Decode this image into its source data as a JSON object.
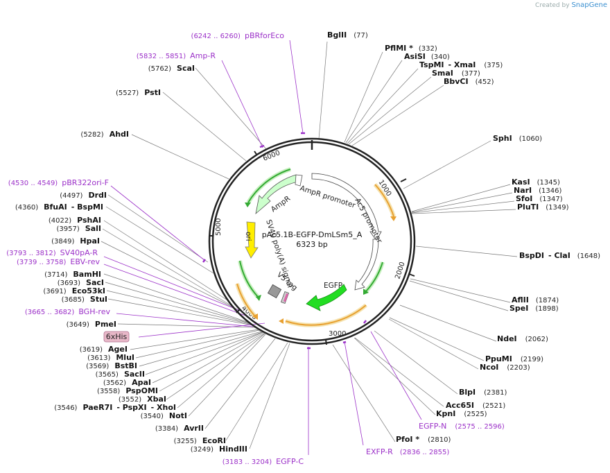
{
  "credit": {
    "prefix": "Created by",
    "brand": "SnapGene"
  },
  "plasmid": {
    "name": "pAc5.1B-EGFP-DmLSm5_A",
    "size": "6323 bp"
  },
  "ticks": [
    "1000",
    "2000",
    "3000",
    "4000",
    "5000",
    "6000"
  ],
  "features": [
    "AmpR promoter",
    "Ac5 promoter",
    "EGFP",
    "V5 tag",
    "SV40 poly(A) signal",
    "ori",
    "AmpR"
  ],
  "sites": [
    {
      "name": "BglII",
      "pos": "(77)"
    },
    {
      "name": "PflMI *",
      "pos": "(332)"
    },
    {
      "name": "AsiSI",
      "pos": "(340)"
    },
    {
      "name": "TspMI",
      "name2": "XmaI",
      "pos": "(375)"
    },
    {
      "name": "SmaI",
      "pos": "(377)"
    },
    {
      "name": "BbvCI",
      "pos": "(452)"
    },
    {
      "name": "SphI",
      "pos": "(1060)"
    },
    {
      "name": "KasI",
      "pos": "(1345)"
    },
    {
      "name": "NarI",
      "pos": "(1346)"
    },
    {
      "name": "SfoI",
      "pos": "(1347)"
    },
    {
      "name": "PluTI",
      "pos": "(1349)"
    },
    {
      "name": "BspDI",
      "name2": "ClaI",
      "pos": "(1648)"
    },
    {
      "name": "AflII",
      "pos": "(1874)"
    },
    {
      "name": "SpeI",
      "pos": "(1898)"
    },
    {
      "name": "NdeI",
      "pos": "(2062)"
    },
    {
      "name": "PpuMI",
      "pos": "(2199)"
    },
    {
      "name": "NcoI",
      "pos": "(2203)"
    },
    {
      "name": "BlpI",
      "pos": "(2381)"
    },
    {
      "name": "Acc65I",
      "pos": "(2521)"
    },
    {
      "name": "KpnI",
      "pos": "(2525)"
    },
    {
      "name": "PfoI *",
      "pos": "(2810)"
    },
    {
      "name": "ScaI",
      "pos": "(5762)"
    },
    {
      "name": "PstI",
      "pos": "(5527)"
    },
    {
      "name": "AhdI",
      "pos": "(5282)"
    },
    {
      "name": "DrdI",
      "pos": "(4497)"
    },
    {
      "name": "BfuAI",
      "name2": "BspMI",
      "pos": "(4360)"
    },
    {
      "name": "PshAI",
      "pos": "(4022)"
    },
    {
      "name": "SalI",
      "pos": "(3957)"
    },
    {
      "name": "HpaI",
      "pos": "(3849)"
    },
    {
      "name": "BamHI",
      "pos": "(3714)"
    },
    {
      "name": "SacI",
      "pos": "(3693)"
    },
    {
      "name": "Eco53kI",
      "pos": "(3691)"
    },
    {
      "name": "StuI",
      "pos": "(3685)"
    },
    {
      "name": "PmeI",
      "pos": "(3649)"
    },
    {
      "name": "AgeI",
      "pos": "(3619)"
    },
    {
      "name": "MluI",
      "pos": "(3613)"
    },
    {
      "name": "BstBI",
      "pos": "(3569)"
    },
    {
      "name": "SacII",
      "pos": "(3565)"
    },
    {
      "name": "ApaI",
      "pos": "(3562)"
    },
    {
      "name": "PspOMI",
      "pos": "(3558)"
    },
    {
      "name": "XbaI",
      "pos": "(3552)"
    },
    {
      "name": "PaeR7I",
      "name2": "PspXI",
      "name3": "XhoI",
      "pos": "(3546)"
    },
    {
      "name": "NotI",
      "pos": "(3540)"
    },
    {
      "name": "AvrII",
      "pos": "(3384)"
    },
    {
      "name": "EcoRI",
      "pos": "(3255)"
    },
    {
      "name": "HindIII",
      "pos": "(3249)"
    }
  ],
  "primers": [
    {
      "name": "pBRforEco",
      "range": "(6242 .. 6260)"
    },
    {
      "name": "Amp-R",
      "range": "(5832 .. 5851)"
    },
    {
      "name": "pBR322ori-F",
      "range": "(4530 .. 4549)"
    },
    {
      "name": "SV40pA-R",
      "range": "(3793 .. 3812)"
    },
    {
      "name": "EBV-rev",
      "range": "(3739 .. 3758)"
    },
    {
      "name": "BGH-rev",
      "range": "(3665 .. 3682)"
    },
    {
      "name": "EGFP-N",
      "range": "(2575 .. 2596)"
    },
    {
      "name": "EXFP-R",
      "range": "(2836 .. 2855)"
    },
    {
      "name": "EGFP-C",
      "range": "(3183 .. 3204)"
    }
  ],
  "tag6xhis": "6xHis",
  "colors": {
    "primer": "#9b30c8",
    "egfp": "#22dd22",
    "ori": "#ffee00",
    "ampr": "#ccffcc",
    "orf": "#f0a830"
  }
}
